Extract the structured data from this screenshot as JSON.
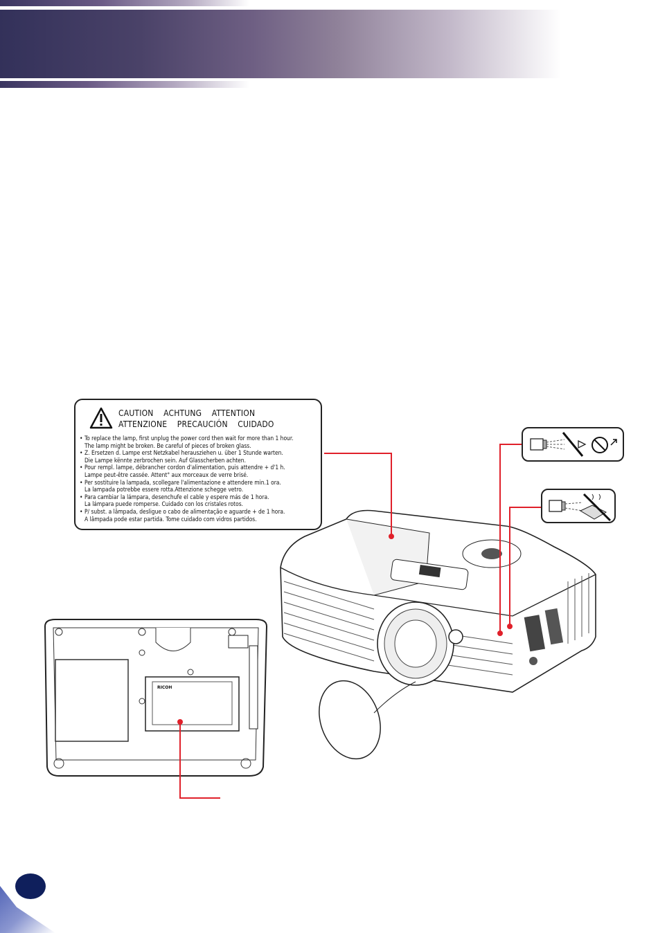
{
  "caution_label": {
    "heading_line1": "CAUTION    ACHTUNG    ATTENTION",
    "heading_line2": "ATTENZIONE    PRECAUCIÓN    CUIDADO",
    "items": [
      {
        "line1": "To replace the lamp, first unplug the power cord then wait for more than 1 hour.",
        "line2": "The lamp might be broken. Be careful of pieces of broken glass."
      },
      {
        "line1": "Z. Ersetzen d. Lampe erst Netzkabel herausziehen u. über 1 Stunde warten.",
        "line2": "Die Lampe kënnte zerbrochen sein. Auf Glasscherben achten."
      },
      {
        "line1": "Pour rempl. lampe, débrancher cordon d'alimentation, puis attendre + d'1 h.",
        "line2": "Lampe peut-être cassée. Attent° aux morceaux de verre brisé."
      },
      {
        "line1": "Per sostituire la lampada, scollegare l'alimentazione e attendere min.1 ora.",
        "line2": "La lampada potrebbe essere rotta.Attenzione schegge vetro."
      },
      {
        "line1": "Para cambiar la lámpara, desenchufe el cable y espere más de 1 hora.",
        "line2": "La lámpara puede romperse. Cuidado con los cristales rotos."
      },
      {
        "line1": "P/ subst. a lâmpada, desligue o cabo de alimentação e aguarde + de 1 hora.",
        "line2": "A lâmpada pode estar partida. Tome cuidado com vidros partidos."
      }
    ]
  },
  "rating_label": {
    "brand": "RICOH"
  },
  "colors": {
    "callout": "#e0202a",
    "page_number": "#0f1f5c",
    "header": "#33315a"
  }
}
